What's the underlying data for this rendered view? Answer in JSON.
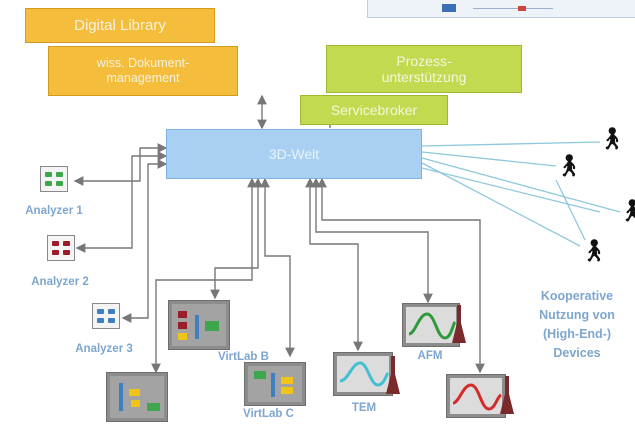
{
  "blocks": {
    "digital_library": "Digital Library",
    "dokumentmanagement_line1": "wiss. Dokument-",
    "dokumentmanagement_line2": "management",
    "prozess_line1": "Prozess-",
    "prozess_line2": "unterstützung",
    "servicebroker": "Servicebroker",
    "welt": "3D-Welt"
  },
  "analyzers": [
    "Analyzer 1",
    "Analyzer 2",
    "Analyzer 3"
  ],
  "labs": [
    "VirtLab B",
    "VirtLab C",
    "TEM",
    "AFM"
  ],
  "cooperative_line1": "Kooperative",
  "cooperative_line2": "Nutzung von",
  "cooperative_line3": "(High-End-)",
  "cooperative_line4": "Devices",
  "colors": {
    "library": "#f4bd3c",
    "process": "#c2da4f",
    "world": "#a9d0f2",
    "label": "#7ea6cf",
    "arrow": "#777777",
    "link": "#8ec8dc"
  }
}
